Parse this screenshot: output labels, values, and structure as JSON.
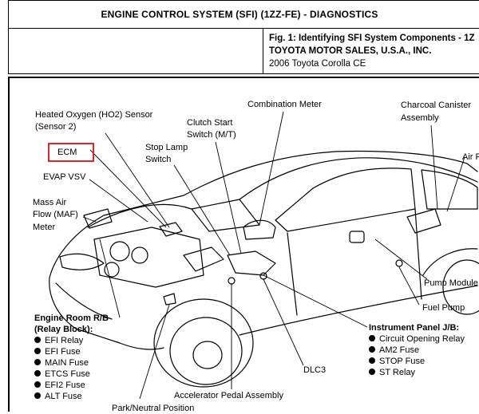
{
  "header": {
    "title": "ENGINE CONTROL SYSTEM (SFI) (1ZZ-FE) - DIAGNOSTICS"
  },
  "figure_info": {
    "fig_title": "Fig. 1: Identifying SFI System Components - 1Z",
    "publisher": "TOYOTA MOTOR SALES, U.S.A., INC.",
    "vehicle": "2006 Toyota Corolla CE"
  },
  "labels": {
    "ho2_sensor": "Heated Oxygen (HO2) Sensor",
    "ho2_sensor_sub": "(Sensor 2)",
    "combination_meter": "Combination Meter",
    "charcoal_canister": "Charcoal Canister",
    "charcoal_canister_sub": "Assembly",
    "clutch_start": "Clutch Start",
    "clutch_start_sub": "Switch (M/T)",
    "stop_lamp": "Stop Lamp",
    "stop_lamp_sub": "Switch",
    "air": "Air F",
    "ecm": "ECM",
    "evap_vsv": "EVAP VSV",
    "maf_1": "Mass Air",
    "maf_2": "Flow (MAF)",
    "maf_3": "Meter",
    "pump_module": "Pump Module",
    "fuel_pump": "Fuel Pump",
    "dlc3": "DLC3",
    "accelerator": "Accelerator Pedal Assembly",
    "park_neutral": "Park/Neutral Position"
  },
  "engine_room": {
    "title_1": "Engine Room R/B",
    "title_2": "(Relay Block):",
    "items": [
      "EFI Relay",
      "EFI Fuse",
      "MAIN Fuse",
      "ETCS Fuse",
      "EFI2 Fuse",
      "ALT Fuse"
    ]
  },
  "instrument_panel": {
    "title": "Instrument Panel J/B:",
    "items": [
      "Circuit Opening Relay",
      "AM2 Fuse",
      "STOP Fuse",
      "ST Relay"
    ]
  },
  "colors": {
    "highlight": "#e0262b"
  }
}
